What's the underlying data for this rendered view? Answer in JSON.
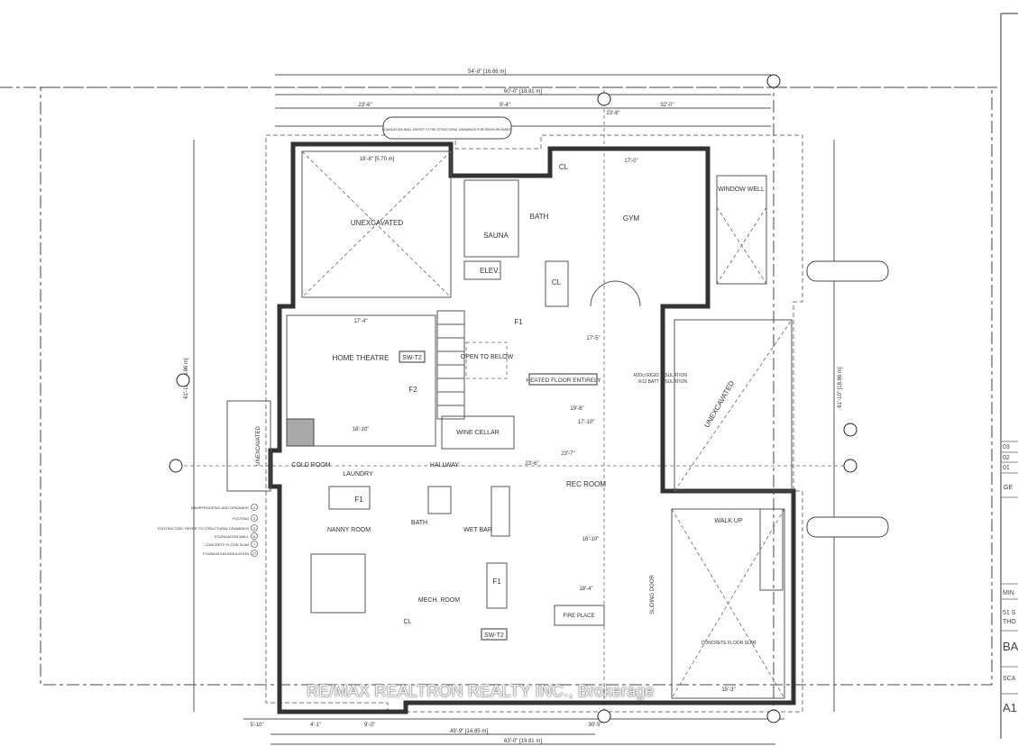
{
  "rooms": {
    "unexcavated_left": "UNEXCAVATED",
    "sauna": "SAUNA",
    "bath_upper": "BATH",
    "elev": "ELEV.",
    "cl_upper": "CL",
    "cl_gym": "CL",
    "gym": "GYM",
    "window_well": "WINDOW WELL",
    "home_theatre": "HOME THEATRE",
    "f2": "F2",
    "sw_t2_a": "SW-T2",
    "open_to_below": "OPEN TO BELOW",
    "heated_floor": "HEATED FLOOR ENTIRELY",
    "f1_top": "F1",
    "wine_cellar": "WINE CELLAR",
    "hallway": "HALLWAY",
    "rec_room": "REC ROOM",
    "unexcavated_right": "UNEXCAVATED",
    "unexcavated_far_left": "UNEXCAVATED",
    "cold_room": "COLD ROOM",
    "laundry": "LAUNDRY",
    "f1_laundry": "F1",
    "nanny_room": "NANNY ROOM",
    "bath_lower": "BATH",
    "wet_bar": "WET BAR",
    "mech_room": "MECH. ROOM",
    "cl_mech": "CL",
    "f1_mech": "F1",
    "sw_t2_b": "SW-T2",
    "fire_place": "FIRE PLACE",
    "walk_up": "WALK UP",
    "concrete_slab": "CONCRETE FLOOR SLAB",
    "sliding_door": "SLIDING DOOR"
  },
  "dimensions": {
    "top_overall": "54'-8\" [16.66 m]",
    "top_second": "60'-0\" [18.81 m]",
    "top_left_seg": "23'-6\"",
    "top_mid_seg": "9'-4\"",
    "top_right_seg": "23'-8\"",
    "top_far_right": "32'-0\"",
    "unexc_width": "18'-8\" [5.70 m]",
    "gym_width": "17'-0\"",
    "theatre_width": "17'-4\"",
    "rec_17_5": "17'-5\"",
    "rec_19_8": "19'-8\"",
    "rec_17_10": "17'-10\"",
    "rec_23_7": "23'-7\"",
    "rec_23_6": "23'-6\"",
    "theatre_len": "18'-10\"",
    "rec_len": "16'-10\"",
    "fire_len": "18'-4\"",
    "walk_len": "15'-3\"",
    "left_total": "61'-10\" [18.86 m]",
    "right_total": "61'-10\" [18.86 m]",
    "bottom_49": "49'-9\" [14.85 m]",
    "bottom_overall": "63'-0\" [19.81 m]",
    "bottom_5_10": "5'-10\"",
    "bottom_4_1": "4'-1\"",
    "bottom_9_0": "9'-0\"",
    "bottom_30_5": "30'-5\""
  },
  "notes": {
    "foundation_note": "FOUNDATION WALL REFER TO THE STRUCTURAL DRAWINGS FOR REINFORCEMENT",
    "insulation_1": "R20ci RIGID INSULATION",
    "insulation_2": "R12 BATT INSULATION",
    "legend": [
      "DAMPPROOFING AND DRAINAGE",
      "FOOTING",
      "FOOTING SIZE: REFER TO STRUCTURAL DRAWINGS",
      "FOUNDATION WALL",
      "CONCRETE FLOOR SLAB",
      "FOUNDATION INSULATION"
    ],
    "legend_nums": [
      "2",
      "3",
      "4",
      "5",
      "7",
      "17"
    ]
  },
  "title_block": {
    "revisions": [
      "03",
      "02",
      "01"
    ],
    "gen_label": "GE",
    "min_label": "MIN",
    "address": "51 S",
    "address2": "THO",
    "sheet_title": "BA",
    "scale": "SCA",
    "sheet_number": "A1"
  },
  "watermark": "RE/MAX REALTRON REALTY INC., Brokerage"
}
